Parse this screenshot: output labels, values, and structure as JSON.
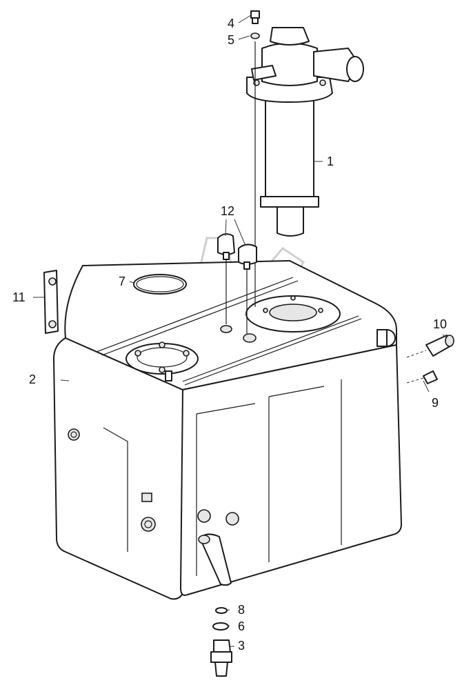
{
  "diagram": {
    "colors": {
      "line": "#1a1a1a",
      "watermark": "#cfcfcf",
      "background": "#ffffff"
    },
    "callouts": [
      {
        "id": "c1",
        "text": "1"
      },
      {
        "id": "c2",
        "text": "2"
      },
      {
        "id": "c3",
        "text": "3"
      },
      {
        "id": "c4",
        "text": "4"
      },
      {
        "id": "c5",
        "text": "5"
      },
      {
        "id": "c6",
        "text": "6"
      },
      {
        "id": "c7",
        "text": "7"
      },
      {
        "id": "c8",
        "text": "8"
      },
      {
        "id": "c9",
        "text": "9"
      },
      {
        "id": "c10",
        "text": "10"
      },
      {
        "id": "c11",
        "text": "11"
      },
      {
        "id": "c12",
        "text": "12"
      }
    ]
  }
}
